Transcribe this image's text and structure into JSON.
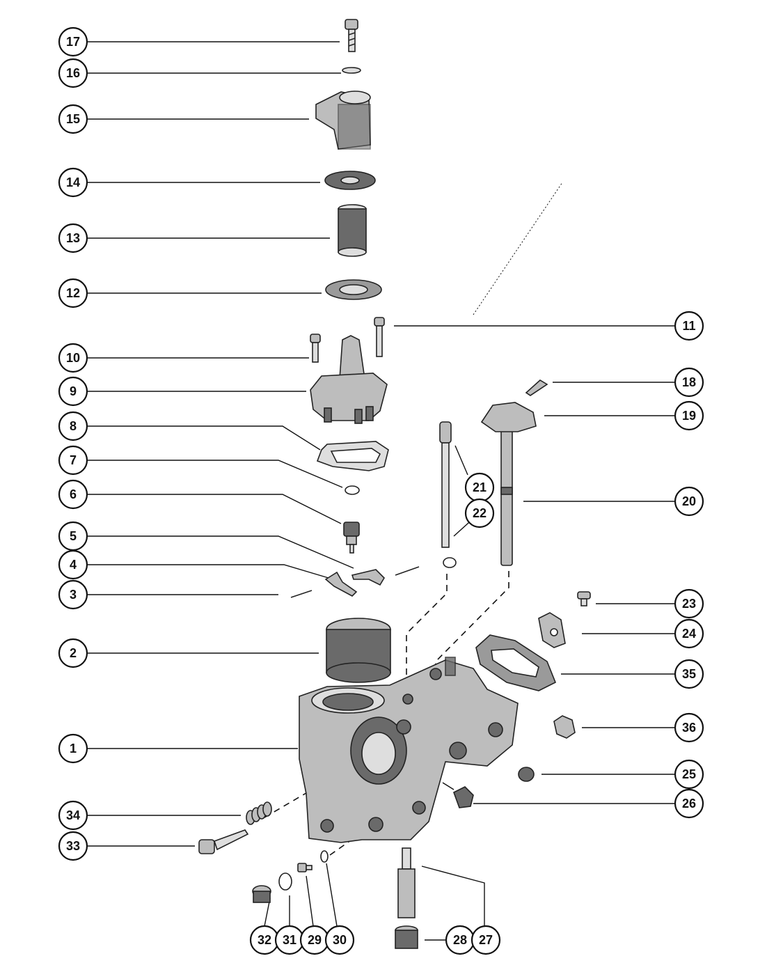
{
  "callouts": [
    {
      "label": "17"
    },
    {
      "label": "16"
    },
    {
      "label": "15"
    },
    {
      "label": "14"
    },
    {
      "label": "13"
    },
    {
      "label": "12"
    },
    {
      "label": "10"
    },
    {
      "label": "9"
    },
    {
      "label": "8"
    },
    {
      "label": "7"
    },
    {
      "label": "6"
    },
    {
      "label": "5"
    },
    {
      "label": "4"
    },
    {
      "label": "3"
    },
    {
      "label": "2"
    },
    {
      "label": "1"
    },
    {
      "label": "34"
    },
    {
      "label": "33"
    },
    {
      "label": "11"
    },
    {
      "label": "18"
    },
    {
      "label": "19"
    },
    {
      "label": "21"
    },
    {
      "label": "22"
    },
    {
      "label": "20"
    },
    {
      "label": "23"
    },
    {
      "label": "24"
    },
    {
      "label": "35"
    },
    {
      "label": "36"
    },
    {
      "label": "25"
    },
    {
      "label": "26"
    },
    {
      "label": "32"
    },
    {
      "label": "31"
    },
    {
      "label": "29"
    },
    {
      "label": "30"
    },
    {
      "label": "28"
    },
    {
      "label": "27"
    }
  ]
}
